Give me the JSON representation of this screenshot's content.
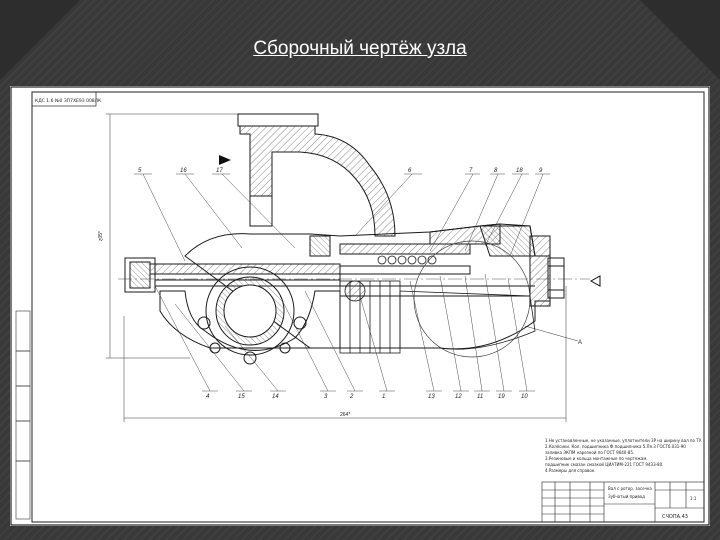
{
  "slide": {
    "title": "Сборочный чертёж узла"
  },
  "drawing": {
    "corner_code": "КДС 1.6 №0 ЗП7ХЕ9З 008ЛК",
    "balloons": [
      "5",
      "16",
      "17",
      "6",
      "7",
      "8",
      "18",
      "9",
      "4",
      "15",
      "14",
      "3",
      "2",
      "1",
      "13",
      "12",
      "11",
      "19",
      "10",
      "А"
    ],
    "dims": [
      "ɀ05*",
      "264*"
    ],
    "notes": [
      "1.Не установленные, не указанные, уплотнители ЗР на ширину вал по ТУ.",
      "2.Колёсики. Кол. подшипника Ф.подшипника 5.Ля.3 ГОСТ6.031-90",
      "  заливка ЭКПМ нарезной по ГОСТ 9640-85.",
      "3.Резиновые и кольца монтажные по чертежам.",
      "  подшипник смазан смазкой ЦИАТИМ-221 ГОСТ 9433-80.",
      "4.Размеры для справок."
    ],
    "titleblock": {
      "doc_code": "СЧОПА.43",
      "name_line1": "Вал с ротор. засечка",
      "name_line2": "Зубчатый привод",
      "sheet": "1:1"
    }
  },
  "colors": {
    "background": "#383838",
    "title": "#ffffff",
    "sheet": "#ffffff",
    "line": "#1a1a1a"
  }
}
